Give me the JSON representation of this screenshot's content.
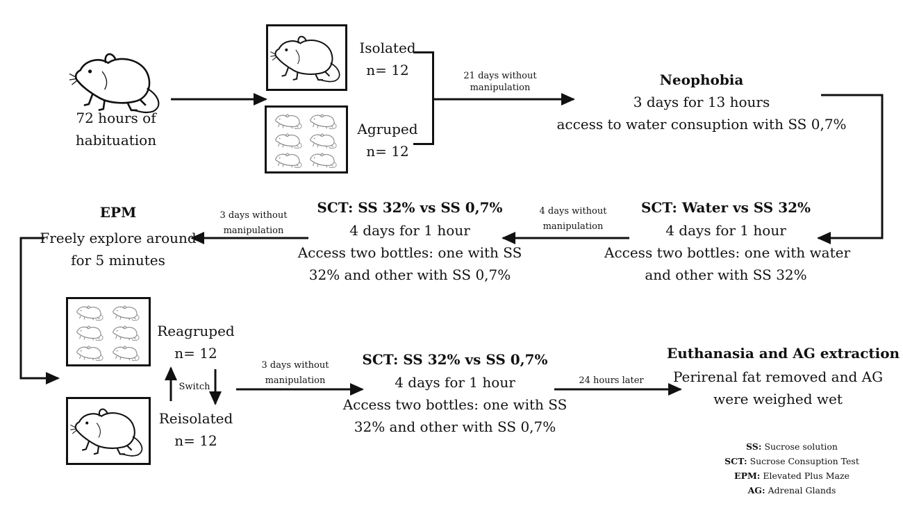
{
  "habituation": {
    "line1": "72 hours of",
    "line2": "habituation"
  },
  "isolated": {
    "label": "Isolated",
    "n": "n= 12"
  },
  "agruped": {
    "label": "Agruped",
    "n": "n= 12"
  },
  "arrow_21_days": {
    "line1": "21 days without",
    "line2": "manipulation"
  },
  "neophobia": {
    "title": "Neophobia",
    "line1": "3 days for 13 hours",
    "line2": "access to water consuption with SS 0,7%"
  },
  "sct_water": {
    "title": "SCT: Water vs SS 32%",
    "line1": "4 days for 1 hour",
    "line2": "Access two bottles: one with water",
    "line3": "and other with SS 32%"
  },
  "arrow_4_days": {
    "line1": "4 days without",
    "line2": "manipulation"
  },
  "sct_ss_first": {
    "title": "SCT: SS 32% vs SS 0,7%",
    "line1": "4 days for 1 hour",
    "line2": "Access two bottles: one with SS",
    "line3": "32% and other with SS 0,7%"
  },
  "arrow_3_days_top": {
    "line1": "3 days without",
    "line2": "manipulation"
  },
  "epm": {
    "title": "EPM",
    "line1": "Freely explore around",
    "line2": "for 5 minutes"
  },
  "reagruped": {
    "label": "Reagruped",
    "n": "n= 12"
  },
  "switch_label": "Switch",
  "reisolated": {
    "label": "Reisolated",
    "n": "n= 12"
  },
  "arrow_3_days_bottom": {
    "line1": "3 days without",
    "line2": "manipulation"
  },
  "sct_ss_second": {
    "title": "SCT: SS 32% vs SS 0,7%",
    "line1": "4 days for 1 hour",
    "line2": "Access two bottles: one with SS",
    "line3": "32% and other with SS 0,7%"
  },
  "arrow_24_hours": "24 hours later",
  "euthanasia": {
    "title": "Euthanasia and AG extraction",
    "line1": "Perirenal fat removed and AG",
    "line2": "were weighed wet"
  },
  "legend": [
    {
      "abbr": "SS:",
      "text": "Sucrose solution"
    },
    {
      "abbr": "SCT:",
      "text": "Sucrose Consuption Test"
    },
    {
      "abbr": "EPM:",
      "text": "Elevated Plus Maze"
    },
    {
      "abbr": "AG:",
      "text": "Adrenal Glands"
    }
  ],
  "icons": {
    "habituation_rat": "rat-icon",
    "isolated_rat": "rat-icon",
    "group_rats": "rat-group-icon",
    "regroup_rats": "rat-group-icon",
    "reisolated_rat": "rat-icon"
  },
  "colors": {
    "ink": "#111111",
    "background": "#ffffff",
    "group_rat_stroke": "#8a8a8a"
  }
}
